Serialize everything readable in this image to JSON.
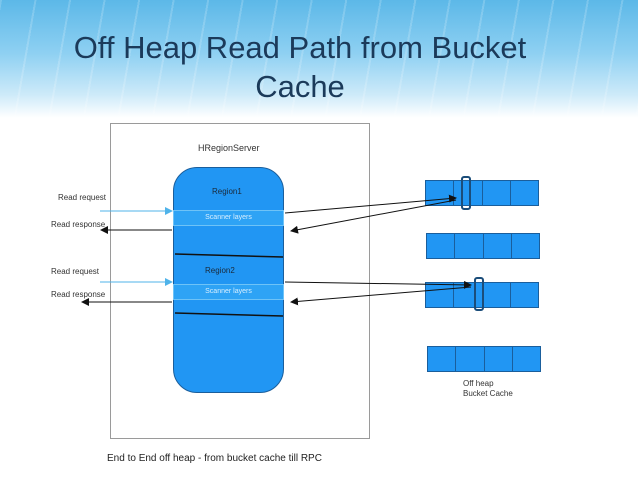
{
  "title": "Off Heap Read Path from Bucket Cache",
  "diagram": {
    "server_label": "HRegionServer",
    "regions": [
      {
        "label": "Region1",
        "scanner_label": "Scanner layers"
      },
      {
        "label": "Region2",
        "scanner_label": "Scanner layers"
      }
    ],
    "left_labels": [
      {
        "label": "Read request"
      },
      {
        "label": "Read response"
      },
      {
        "label": "Read request"
      },
      {
        "label": "Read response"
      }
    ],
    "cache_label_line1": "Off heap",
    "cache_label_line2": "Bucket Cache",
    "caption": "End to End off heap - from bucket cache till RPC",
    "cache_blocks": [
      {
        "cells": 4
      },
      {
        "cells": 4
      },
      {
        "cells": 4
      },
      {
        "cells": 4
      }
    ]
  },
  "colors": {
    "region_fill": "#2196f3",
    "cell_fill": "#2196f3",
    "request_arrow": "#4fb3ea",
    "response_arrow": "#111111",
    "title_text": "#1b3a5a"
  }
}
